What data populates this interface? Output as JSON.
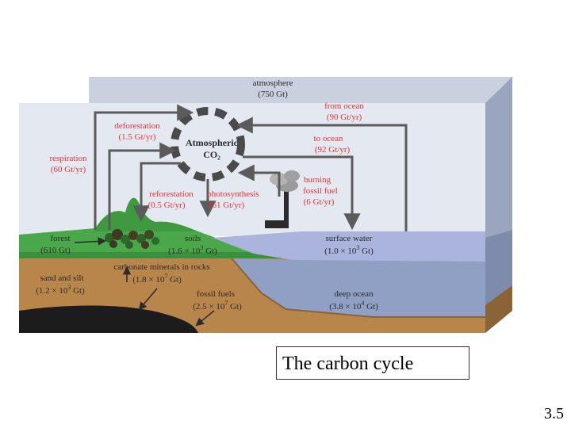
{
  "diagram": {
    "atmosphere": {
      "name": "atmosphere",
      "amount": "(750 Gt)"
    },
    "center": {
      "line1": "Atmospheric",
      "line2": "CO₂"
    },
    "fluxes": {
      "deforestation": {
        "name": "deforestation",
        "amount": "(1.5 Gt/yr)"
      },
      "respiration": {
        "name": "respiration",
        "amount": "(60 Gt/yr)"
      },
      "from_ocean": {
        "name": "from ocean",
        "amount": "(90 Gt/yr)"
      },
      "to_ocean": {
        "name": "to ocean",
        "amount": "(92 Gt/yr)"
      },
      "burning_fossil_fuel": {
        "line1": "burning",
        "line2": "fossil fuel",
        "amount": "(6 Gt/yr)"
      },
      "reforestation": {
        "name": "reforestation",
        "amount": "(0.5 Gt/yr)"
      },
      "photosynthesis": {
        "name": "photosynthesis",
        "amount": "(61 Gt/yr)"
      }
    },
    "reservoirs": {
      "forest": {
        "name": "forest",
        "amount": "(610 Gt)"
      },
      "soils": {
        "name": "soils",
        "amount_prefix": "(1.6 × 10",
        "exponent": "3",
        "amount_suffix": " Gt)"
      },
      "surface_water": {
        "name": "surface water",
        "amount_prefix": "(1.0 × 10",
        "exponent": "3",
        "amount_suffix": " Gt)"
      },
      "carbonate": {
        "name": "carbonate minerals in rocks",
        "amount_prefix": "(1.8 × 10",
        "exponent": "7",
        "amount_suffix": " Gt)"
      },
      "sand_silt": {
        "name": "sand and silt",
        "amount_prefix": "(1.2 × 10",
        "exponent": "3",
        "amount_suffix": " Gt)"
      },
      "fossil_fuels": {
        "name": "fossil fuels",
        "amount_prefix": "(2.5 × 10",
        "exponent": "7",
        "amount_suffix": " Gt)"
      },
      "deep_ocean": {
        "name": "deep ocean",
        "amount_prefix": "(3.8 × 10",
        "exponent": "4",
        "amount_suffix": " Gt)"
      }
    },
    "colors": {
      "sky": "#dde4ef",
      "land_green": "#4aa84a",
      "sediment": "#b8864a",
      "surface_water": "#aab4dc",
      "deep_ocean": "#8fa0c4",
      "fossil_fuel": "#1c1c1c",
      "flux_label_red": "#e0343a",
      "arrow_gray": "#5b5b5b"
    }
  },
  "caption": "The carbon cycle",
  "slide_number": "3.5"
}
